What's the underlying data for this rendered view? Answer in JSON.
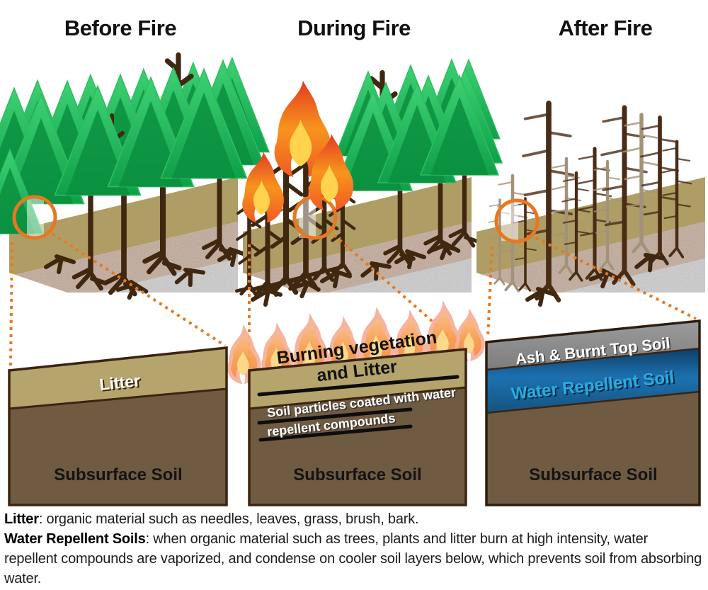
{
  "titles": {
    "before": "Before Fire",
    "during": "During Fire",
    "after": "After Fire"
  },
  "boxes": {
    "before": {
      "top_layer": "Litter",
      "bottom_layer": "Subsurface Soil"
    },
    "during": {
      "top_layer_line1": "Burning vegetation",
      "top_layer_line2": "and Litter",
      "note_line1": "Soil particles coated with water",
      "note_line2": "repellent compounds",
      "bottom_layer": "Subsurface Soil"
    },
    "after": {
      "layer1": "Ash & Burnt Top Soil",
      "layer2": "Water Repellent Soil",
      "bottom_layer": "Subsurface Soil"
    }
  },
  "caption": {
    "litter_term": "Litter",
    "litter_def": ": organic material such as needles, leaves, grass, brush, bark.",
    "wrs_term": "Water Repellent Soils",
    "wrs_def": ": when organic material such as trees, plants and litter burn at high intensity, water repellent compounds are vaporized, and condense on cooler soil layers below, which prevents soil from absorbing water."
  },
  "colors": {
    "accent_orange": "#E8781F",
    "surface_tan": "#AE9E66",
    "litter_tan": "#B5A46C",
    "subsurface_brown": "#6F5A42",
    "gravel": "#C3A896",
    "granite": "#CFCFCF",
    "tree_green": "#12A14B",
    "trunk_brown": "#40270F",
    "faded_trunk": "#A3927A",
    "ash_gray": "#8C8C8C",
    "repellent_blue": "#1D71B0",
    "repellent_text": "#2AACE2",
    "flame_orange": "#F7941D",
    "flame_red": "#E23B23",
    "flame_yellow": "#FFD34E"
  }
}
